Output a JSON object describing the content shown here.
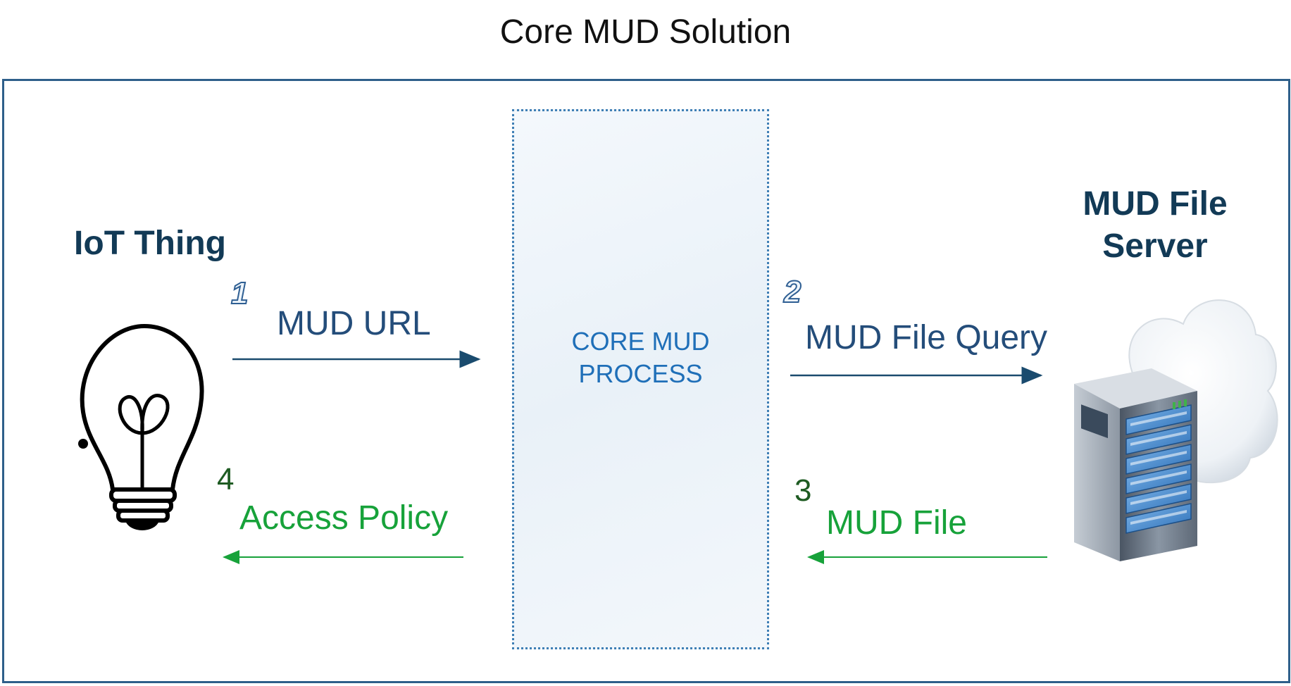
{
  "title": "Core MUD Solution",
  "actors": {
    "iot": "IoT Thing",
    "server": "MUD File Server"
  },
  "process": {
    "line1": "CORE MUD",
    "line2": "PROCESS"
  },
  "flows": [
    {
      "step": "1",
      "label": "MUD URL",
      "color": "#1a4b6e"
    },
    {
      "step": "2",
      "label": "MUD File Query",
      "color": "#1a4b6e"
    },
    {
      "step": "3",
      "label": "MUD File",
      "color": "#17a23a"
    },
    {
      "step": "4",
      "label": "Access Policy",
      "color": "#17a23a"
    }
  ],
  "colors": {
    "frame": "#2e5f8a",
    "process_border": "#3f7fb5",
    "process_text": "#1f6fb8",
    "actor_text": "#123a56"
  },
  "icons": {
    "iot": "lightbulb-icon",
    "server": "server-cloud-icon"
  }
}
